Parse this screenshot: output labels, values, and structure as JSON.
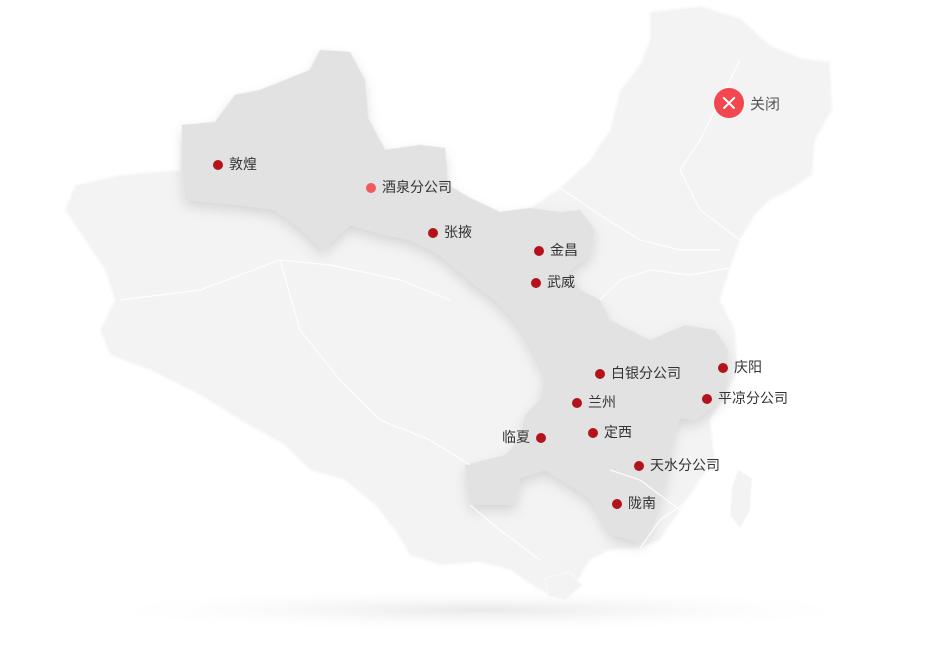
{
  "colors": {
    "china_fill": "#f3f3f3",
    "china_stroke": "#fafafa",
    "gansu_fill": "#e2e2e2",
    "marker": "#b3141c",
    "marker_active": "#f05a5f",
    "close_bg": "#f0484e"
  },
  "close": {
    "label": "关闭",
    "icon": "close-x-icon"
  },
  "cities": [
    {
      "id": "dunhuang",
      "label": "敦煌"
    },
    {
      "id": "jiuquan",
      "label": "酒泉分公司",
      "active": true
    },
    {
      "id": "zhangye",
      "label": "张掖"
    },
    {
      "id": "jinchang",
      "label": "金昌"
    },
    {
      "id": "wuwei",
      "label": "武威"
    },
    {
      "id": "baiyin",
      "label": "白银分公司"
    },
    {
      "id": "lanzhou",
      "label": "兰州"
    },
    {
      "id": "linxia",
      "label": "临夏"
    },
    {
      "id": "dingxi",
      "label": "定西"
    },
    {
      "id": "qingyang",
      "label": "庆阳"
    },
    {
      "id": "pingliang",
      "label": "平凉分公司"
    },
    {
      "id": "tianshui",
      "label": "天水分公司"
    },
    {
      "id": "longnan",
      "label": "陇南"
    }
  ]
}
